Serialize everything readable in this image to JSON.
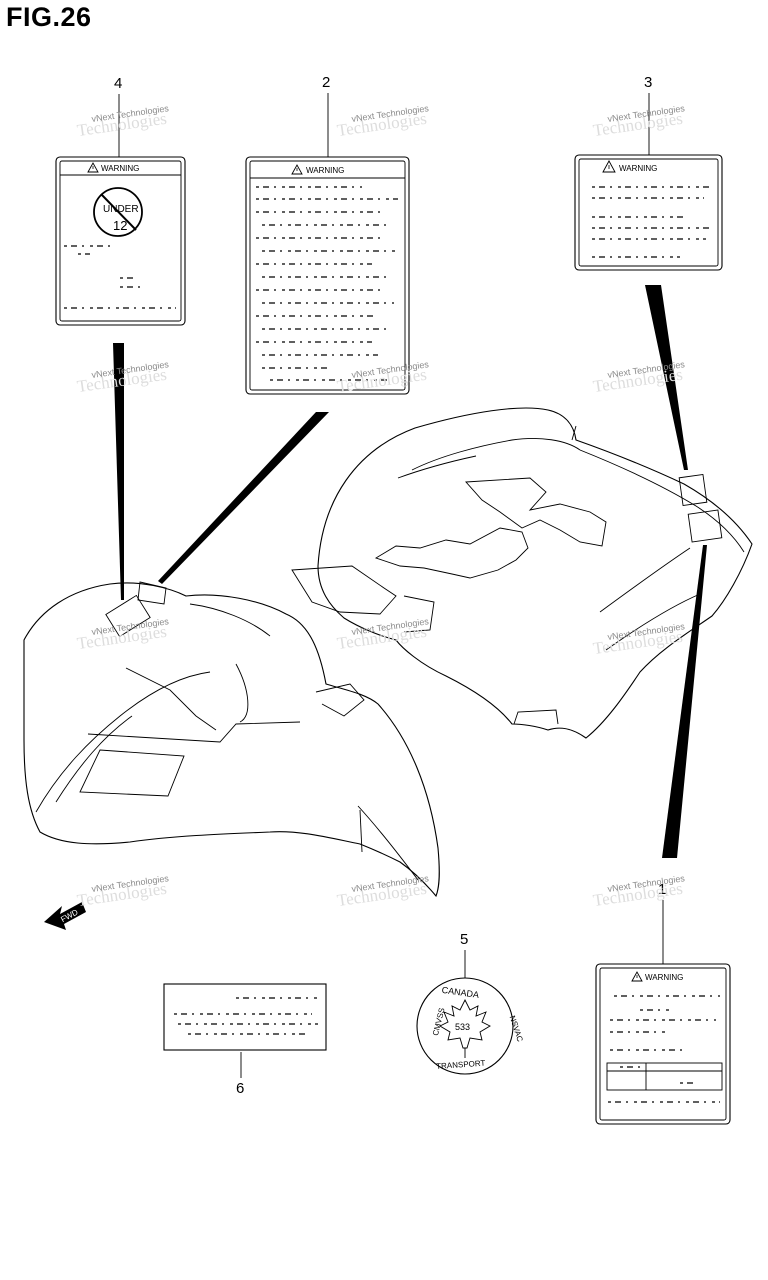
{
  "figure": {
    "title": "FIG.26"
  },
  "callouts": [
    "1",
    "2",
    "3",
    "4",
    "5",
    "6"
  ],
  "labels": {
    "warning_text": "WARNING",
    "under_text": "UNDER",
    "under_age": "12",
    "canada_top": "CANADA",
    "canada_left": "CMVSS",
    "canada_right": "NSVAC",
    "canada_bottom": "TRANSPORT",
    "canada_number": "533",
    "fwd_arrow": "FWD"
  },
  "watermark": {
    "text": "vNext Technologies",
    "faint_text": "Technologies"
  }
}
